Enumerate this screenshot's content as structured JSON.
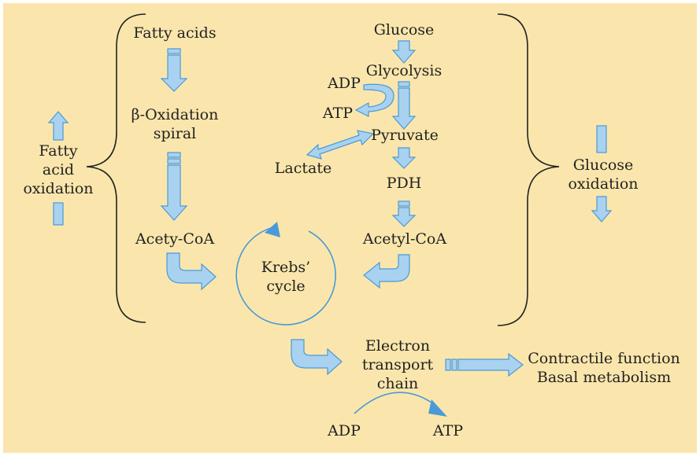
{
  "colors": {
    "background": "#fae6ac",
    "arrow_fill": "#a9d2f0",
    "arrow_stroke": "#4a9ad8",
    "text": "#222222"
  },
  "labels": {
    "fatty_acids": "Fatty acids",
    "beta_oxidation_line1": "β-Oxidation",
    "beta_oxidation_line2": "spiral",
    "acety_coa_left": "Acety-CoA",
    "glucose": "Glucose",
    "glycolysis": "Glycolysis",
    "adp_top": "ADP",
    "atp_top": "ATP",
    "pyruvate": "Pyruvate",
    "lactate": "Lactate",
    "pdh": "PDH",
    "acetyl_coa_right": "Acetyl-CoA",
    "krebs_line1": "Krebs’",
    "krebs_line2": "cycle",
    "fatty_acid_oxidation_line1": "Fatty",
    "fatty_acid_oxidation_line2": "acid",
    "fatty_acid_oxidation_line3": "oxidation",
    "glucose_oxidation_line1": "Glucose",
    "glucose_oxidation_line2": "oxidation",
    "etc_line1": "Electron",
    "etc_line2": "transport",
    "etc_line3": "chain",
    "contractile_function": "Contractile function",
    "basal_metabolism": "Basal metabolism",
    "adp_bottom": "ADP",
    "atp_bottom": "ATP"
  }
}
